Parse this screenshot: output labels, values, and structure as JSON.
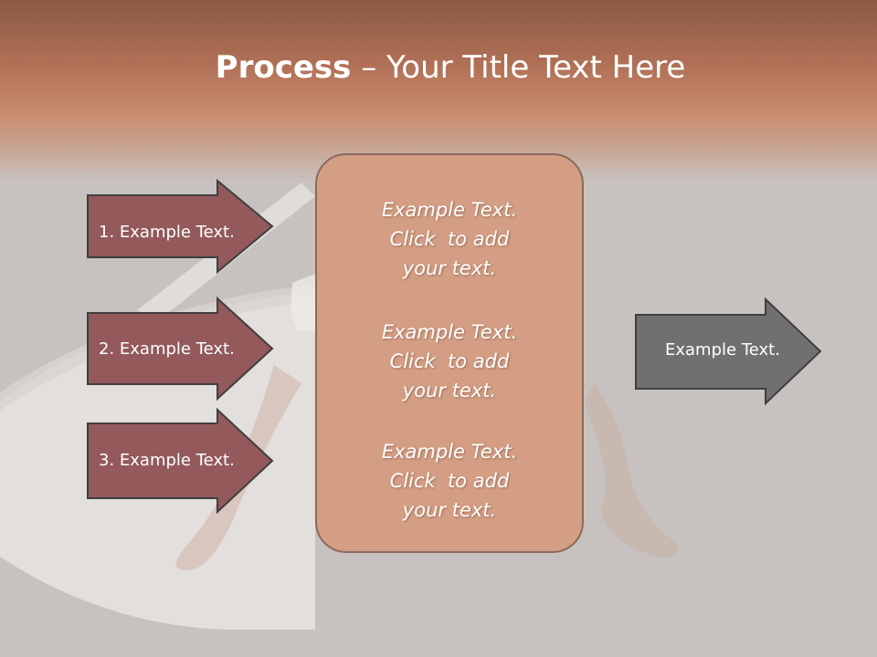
{
  "slide": {
    "title_bold": "Process",
    "title_separator": " – ",
    "title_rest": "Your Title Text Here"
  },
  "left_arrows": [
    {
      "label": "1. Example Text."
    },
    {
      "label": "2. Example Text."
    },
    {
      "label": "3. Example Text."
    }
  ],
  "center_box": {
    "items": [
      {
        "line1": "Example Text.",
        "line2": "Click  to add",
        "line3": "your text."
      },
      {
        "line1": "Example Text.",
        "line2": "Click  to add",
        "line3": "your text."
      },
      {
        "line1": "Example Text.",
        "line2": "Click  to add",
        "line3": "your text."
      }
    ]
  },
  "right_arrow": {
    "label": "Example Text."
  },
  "colors": {
    "title_band": "#c98b6d",
    "left_arrow_fill": "#93595b",
    "center_box_fill": "#d39e84",
    "right_arrow_fill": "#707070",
    "background": "#c7c2bf"
  }
}
